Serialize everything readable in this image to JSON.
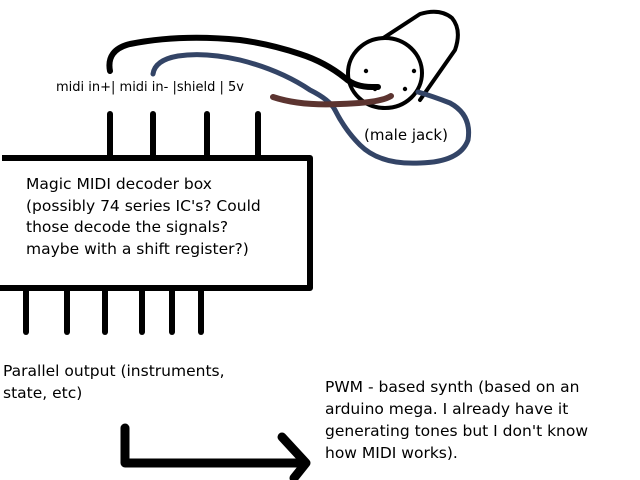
{
  "wire_colors": {
    "black": "#000000",
    "blue": "#334466",
    "brown": "#5c3430"
  },
  "labels": {
    "pin_header": "midi in+| midi in- |shield | 5v",
    "jack": "(male jack)",
    "decoder_box": "Magic MIDI decoder box\n(possibly 74 series IC's? Could\nthose decode the signals?\nmaybe with a shift register?)",
    "parallel_output": "Parallel output (instruments,\nstate, etc)",
    "synth": "PWM - based synth (based on an\narduino mega. I already have it\ngenerating tones but I don't know\nhow MIDI works)."
  }
}
